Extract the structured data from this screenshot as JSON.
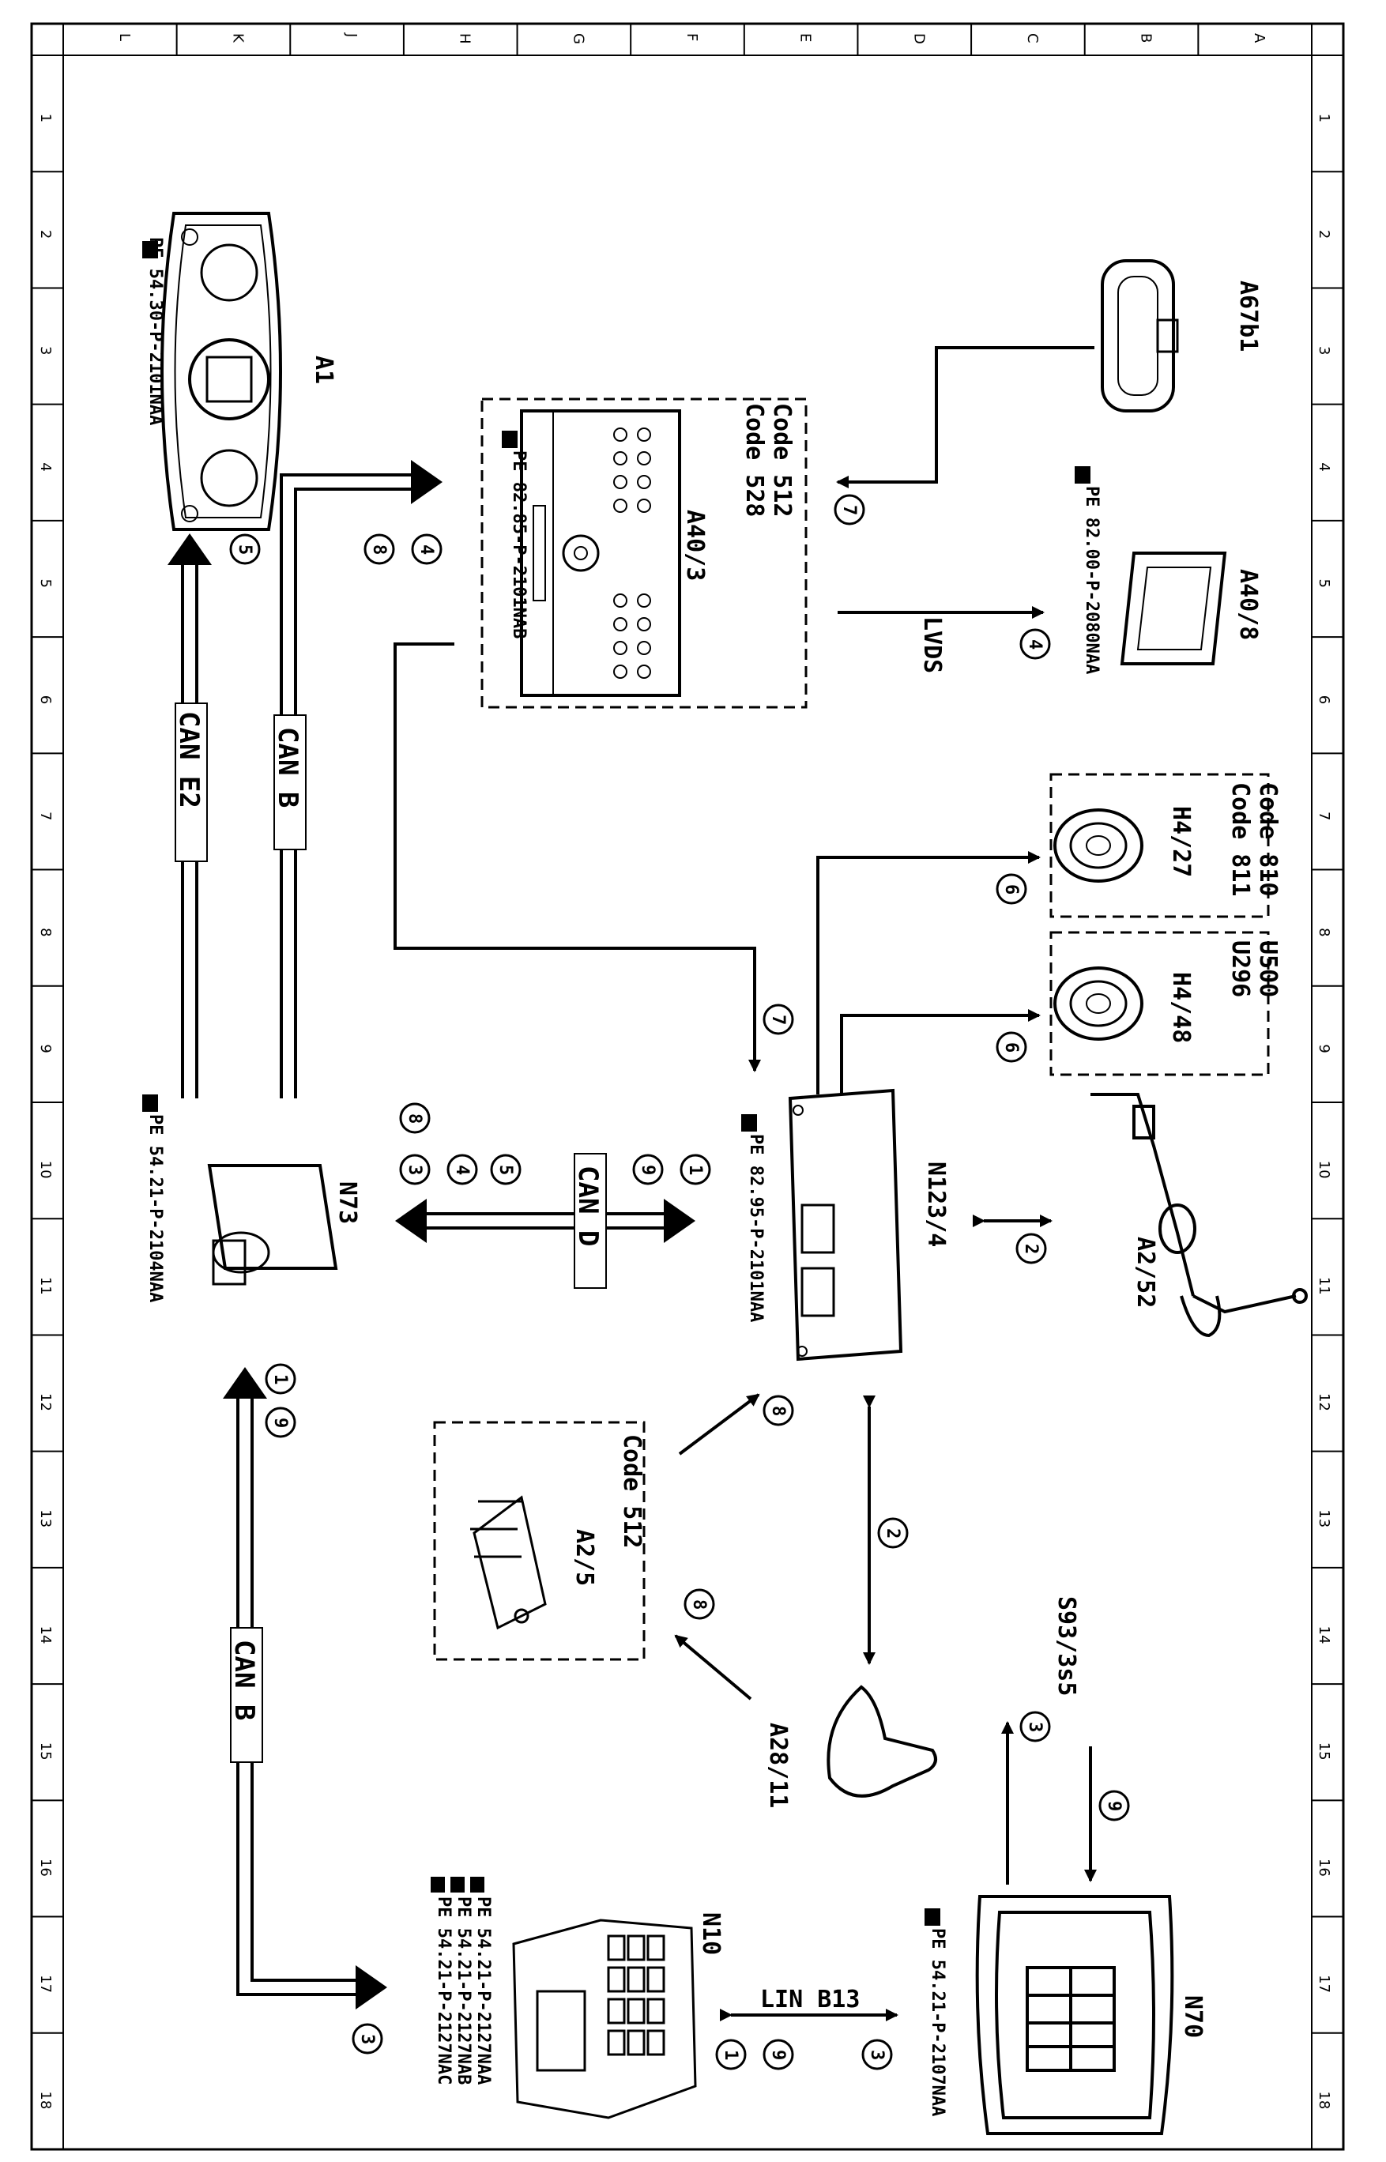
{
  "grid": {
    "rows": [
      "A",
      "B",
      "C",
      "D",
      "E",
      "F",
      "G",
      "H",
      "J",
      "K",
      "L"
    ],
    "cols": [
      "1",
      "2",
      "3",
      "4",
      "5",
      "6",
      "7",
      "8",
      "9",
      "10",
      "11",
      "12",
      "13",
      "14",
      "15",
      "16",
      "17",
      "18"
    ]
  },
  "components": {
    "A1": {
      "label": "A1",
      "ref": "PE 54.30-P-2101NAA"
    },
    "A40_3": {
      "label": "A40/3",
      "codes": [
        "Code 512",
        "Code 528"
      ],
      "ref": "PE 82.85-P-2101NAB"
    },
    "A67b1": {
      "label": "A67b1"
    },
    "A40_8": {
      "label": "A40/8",
      "ref": "PE 82.00-P-2080NAA"
    },
    "H4_27": {
      "label": "H4/27",
      "codes": [
        "Code 810",
        "Code 811"
      ]
    },
    "H4_48": {
      "label": "H4/48",
      "codes": [
        "U500",
        "U296"
      ]
    },
    "N73": {
      "label": "N73",
      "ref": "PE 54.21-P-2104NAA"
    },
    "N123_4": {
      "label": "N123/4",
      "ref": "PE 82.95-P-2101NAA"
    },
    "A2_52": {
      "label": "A2/52"
    },
    "A2_5": {
      "label": "A2/5",
      "codes": [
        "Code 512"
      ]
    },
    "A28_11": {
      "label": "A28/11"
    },
    "S93": {
      "label": "S93/3s5"
    },
    "N10": {
      "label": "N10",
      "refs": [
        "PE 54.21-P-2127NAA",
        "PE 54.21-P-2127NAB",
        "PE 54.21-P-2127NAC"
      ]
    },
    "N70": {
      "label": "N70",
      "ref": "PE 54.21-P-2107NAA"
    }
  },
  "buses": {
    "can_e2": "CAN E2",
    "can_b1": "CAN B",
    "can_d": "CAN D",
    "can_b2": "CAN B",
    "lvds": "LVDS",
    "lin": "LIN B13"
  },
  "signal_numbers": {
    "n1": "1",
    "n2": "2",
    "n3": "3",
    "n4": "4",
    "n5": "5",
    "n6": "6",
    "n7": "7",
    "n8": "8",
    "n9": "9"
  }
}
